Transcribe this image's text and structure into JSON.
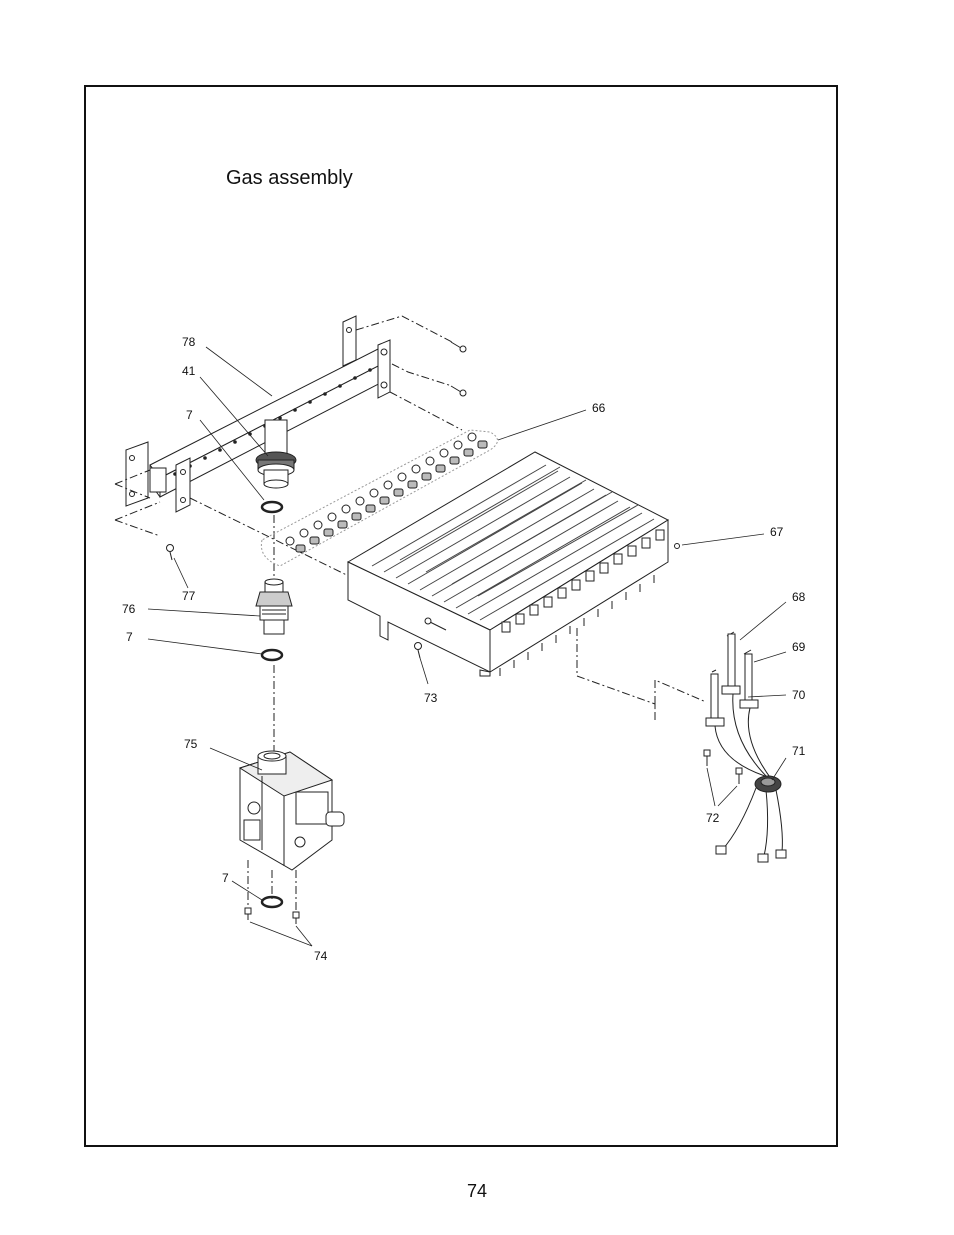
{
  "title": "Gas assembly",
  "page_number": "74",
  "callouts": {
    "c78": "78",
    "c41": "41",
    "c7a": "7",
    "c66": "66",
    "c67": "67",
    "c77": "77",
    "c76": "76",
    "c7b": "7",
    "c73": "73",
    "c68": "68",
    "c69": "69",
    "c70": "70",
    "c75": "75",
    "c71": "71",
    "c72": "72",
    "c7c": "7",
    "c74": "74"
  }
}
